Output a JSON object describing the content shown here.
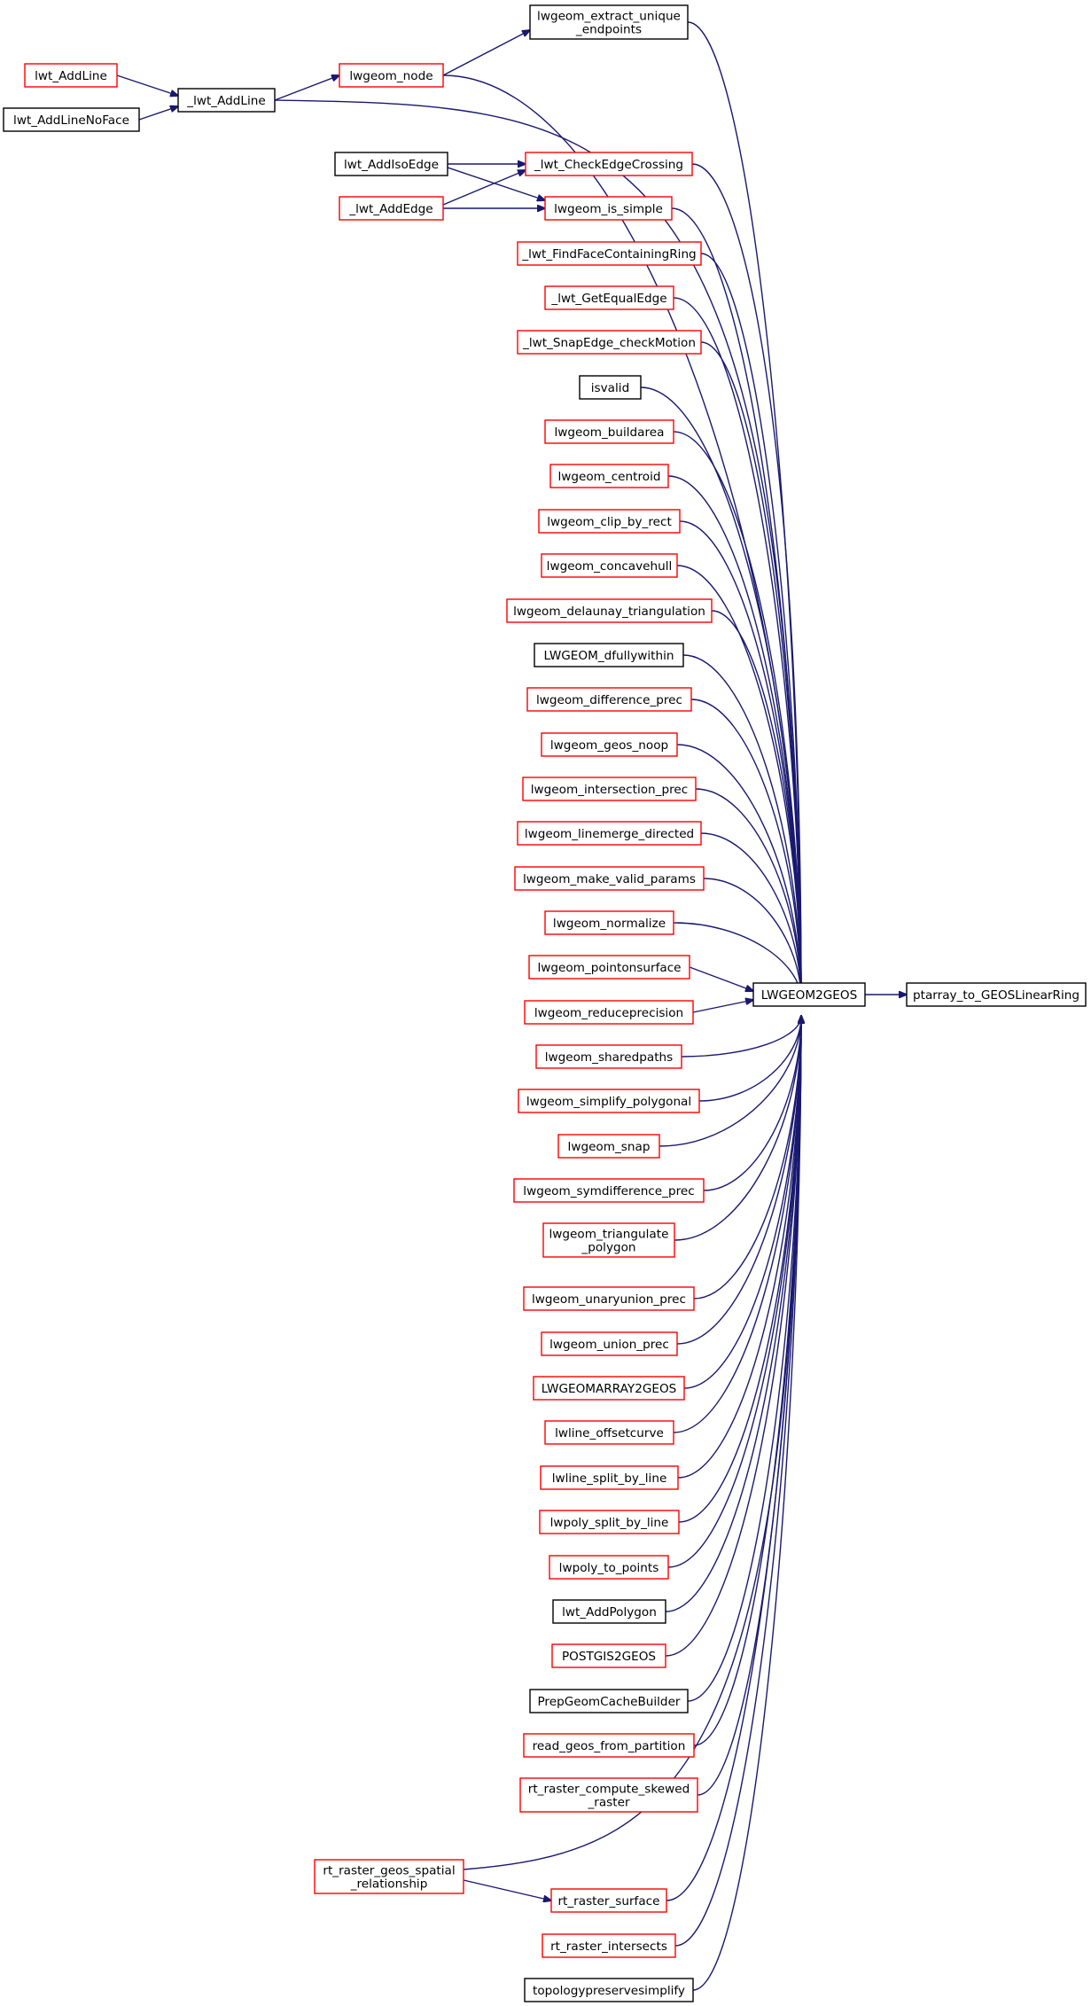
{
  "colors": {
    "edge": "#191970",
    "border_red": "#ff0000",
    "border_black": "#000000",
    "highlight_fill": "#bfbfbf"
  },
  "nodes": [
    {
      "id": "ptarray",
      "lines": [
        "ptarray_to_GEOSLinearRing"
      ],
      "style": "highlight"
    },
    {
      "id": "lwgeom2geos",
      "lines": [
        "LWGEOM2GEOS"
      ],
      "style": "black"
    },
    {
      "id": "extract",
      "lines": [
        "lwgeom_extract_unique",
        "_endpoints"
      ],
      "style": "black"
    },
    {
      "id": "node",
      "lines": [
        "lwgeom_node"
      ],
      "style": "red"
    },
    {
      "id": "addline_",
      "lines": [
        "_lwt_AddLine"
      ],
      "style": "black"
    },
    {
      "id": "addline",
      "lines": [
        "lwt_AddLine"
      ],
      "style": "red"
    },
    {
      "id": "addlinenoface",
      "lines": [
        "lwt_AddLineNoFace"
      ],
      "style": "black"
    },
    {
      "id": "checkedge",
      "lines": [
        "_lwt_CheckEdgeCrossing"
      ],
      "style": "red"
    },
    {
      "id": "addisoedge",
      "lines": [
        "lwt_AddIsoEdge"
      ],
      "style": "black"
    },
    {
      "id": "addedge",
      "lines": [
        "_lwt_AddEdge"
      ],
      "style": "red"
    },
    {
      "id": "issimple",
      "lines": [
        "lwgeom_is_simple"
      ],
      "style": "red"
    },
    {
      "id": "findface",
      "lines": [
        "_lwt_FindFaceContainingRing"
      ],
      "style": "red"
    },
    {
      "id": "getequaledge",
      "lines": [
        "_lwt_GetEqualEdge"
      ],
      "style": "red"
    },
    {
      "id": "snapedge",
      "lines": [
        "_lwt_SnapEdge_checkMotion"
      ],
      "style": "red"
    },
    {
      "id": "isvalid",
      "lines": [
        "isvalid"
      ],
      "style": "black"
    },
    {
      "id": "buildarea",
      "lines": [
        "lwgeom_buildarea"
      ],
      "style": "red"
    },
    {
      "id": "centroid",
      "lines": [
        "lwgeom_centroid"
      ],
      "style": "red"
    },
    {
      "id": "clipbyrect",
      "lines": [
        "lwgeom_clip_by_rect"
      ],
      "style": "red"
    },
    {
      "id": "concavehull",
      "lines": [
        "lwgeom_concavehull"
      ],
      "style": "red"
    },
    {
      "id": "delaunay",
      "lines": [
        "lwgeom_delaunay_triangulation"
      ],
      "style": "red"
    },
    {
      "id": "dfullywithin",
      "lines": [
        "LWGEOM_dfullywithin"
      ],
      "style": "black"
    },
    {
      "id": "diffprec",
      "lines": [
        "lwgeom_difference_prec"
      ],
      "style": "red"
    },
    {
      "id": "geosnoop",
      "lines": [
        "lwgeom_geos_noop"
      ],
      "style": "red"
    },
    {
      "id": "intersectprec",
      "lines": [
        "lwgeom_intersection_prec"
      ],
      "style": "red"
    },
    {
      "id": "linemerge",
      "lines": [
        "lwgeom_linemerge_directed"
      ],
      "style": "red"
    },
    {
      "id": "makevalid",
      "lines": [
        "lwgeom_make_valid_params"
      ],
      "style": "red"
    },
    {
      "id": "normalize",
      "lines": [
        "lwgeom_normalize"
      ],
      "style": "red"
    },
    {
      "id": "pointonsurface",
      "lines": [
        "lwgeom_pointonsurface"
      ],
      "style": "red"
    },
    {
      "id": "reduceprecision",
      "lines": [
        "lwgeom_reduceprecision"
      ],
      "style": "red"
    },
    {
      "id": "sharedpaths",
      "lines": [
        "lwgeom_sharedpaths"
      ],
      "style": "red"
    },
    {
      "id": "simplifypoly",
      "lines": [
        "lwgeom_simplify_polygonal"
      ],
      "style": "red"
    },
    {
      "id": "snap",
      "lines": [
        "lwgeom_snap"
      ],
      "style": "red"
    },
    {
      "id": "symdiff",
      "lines": [
        "lwgeom_symdifference_prec"
      ],
      "style": "red"
    },
    {
      "id": "triangulate",
      "lines": [
        "lwgeom_triangulate",
        "_polygon"
      ],
      "style": "red"
    },
    {
      "id": "unaryunion",
      "lines": [
        "lwgeom_unaryunion_prec"
      ],
      "style": "red"
    },
    {
      "id": "unionprec",
      "lines": [
        "lwgeom_union_prec"
      ],
      "style": "red"
    },
    {
      "id": "array2geos",
      "lines": [
        "LWGEOMARRAY2GEOS"
      ],
      "style": "red"
    },
    {
      "id": "offsetcurve",
      "lines": [
        "lwline_offsetcurve"
      ],
      "style": "red"
    },
    {
      "id": "splitbyline",
      "lines": [
        "lwline_split_by_line"
      ],
      "style": "red"
    },
    {
      "id": "polysplit",
      "lines": [
        "lwpoly_split_by_line"
      ],
      "style": "red"
    },
    {
      "id": "polytopoints",
      "lines": [
        "lwpoly_to_points"
      ],
      "style": "red"
    },
    {
      "id": "addpolygon",
      "lines": [
        "lwt_AddPolygon"
      ],
      "style": "black"
    },
    {
      "id": "postgis2geos",
      "lines": [
        "POSTGIS2GEOS"
      ],
      "style": "red"
    },
    {
      "id": "prepgeom",
      "lines": [
        "PrepGeomCacheBuilder"
      ],
      "style": "black"
    },
    {
      "id": "readgeos",
      "lines": [
        "read_geos_from_partition"
      ],
      "style": "red"
    },
    {
      "id": "skewed",
      "lines": [
        "rt_raster_compute_skewed",
        "_raster"
      ],
      "style": "red"
    },
    {
      "id": "spatialrel",
      "lines": [
        "rt_raster_geos_spatial",
        "_relationship"
      ],
      "style": "red"
    },
    {
      "id": "surface",
      "lines": [
        "rt_raster_surface"
      ],
      "style": "red"
    },
    {
      "id": "rintersects",
      "lines": [
        "rt_raster_intersects"
      ],
      "style": "red"
    },
    {
      "id": "topopreserve",
      "lines": [
        "topologypreservesimplify"
      ],
      "style": "black"
    }
  ]
}
